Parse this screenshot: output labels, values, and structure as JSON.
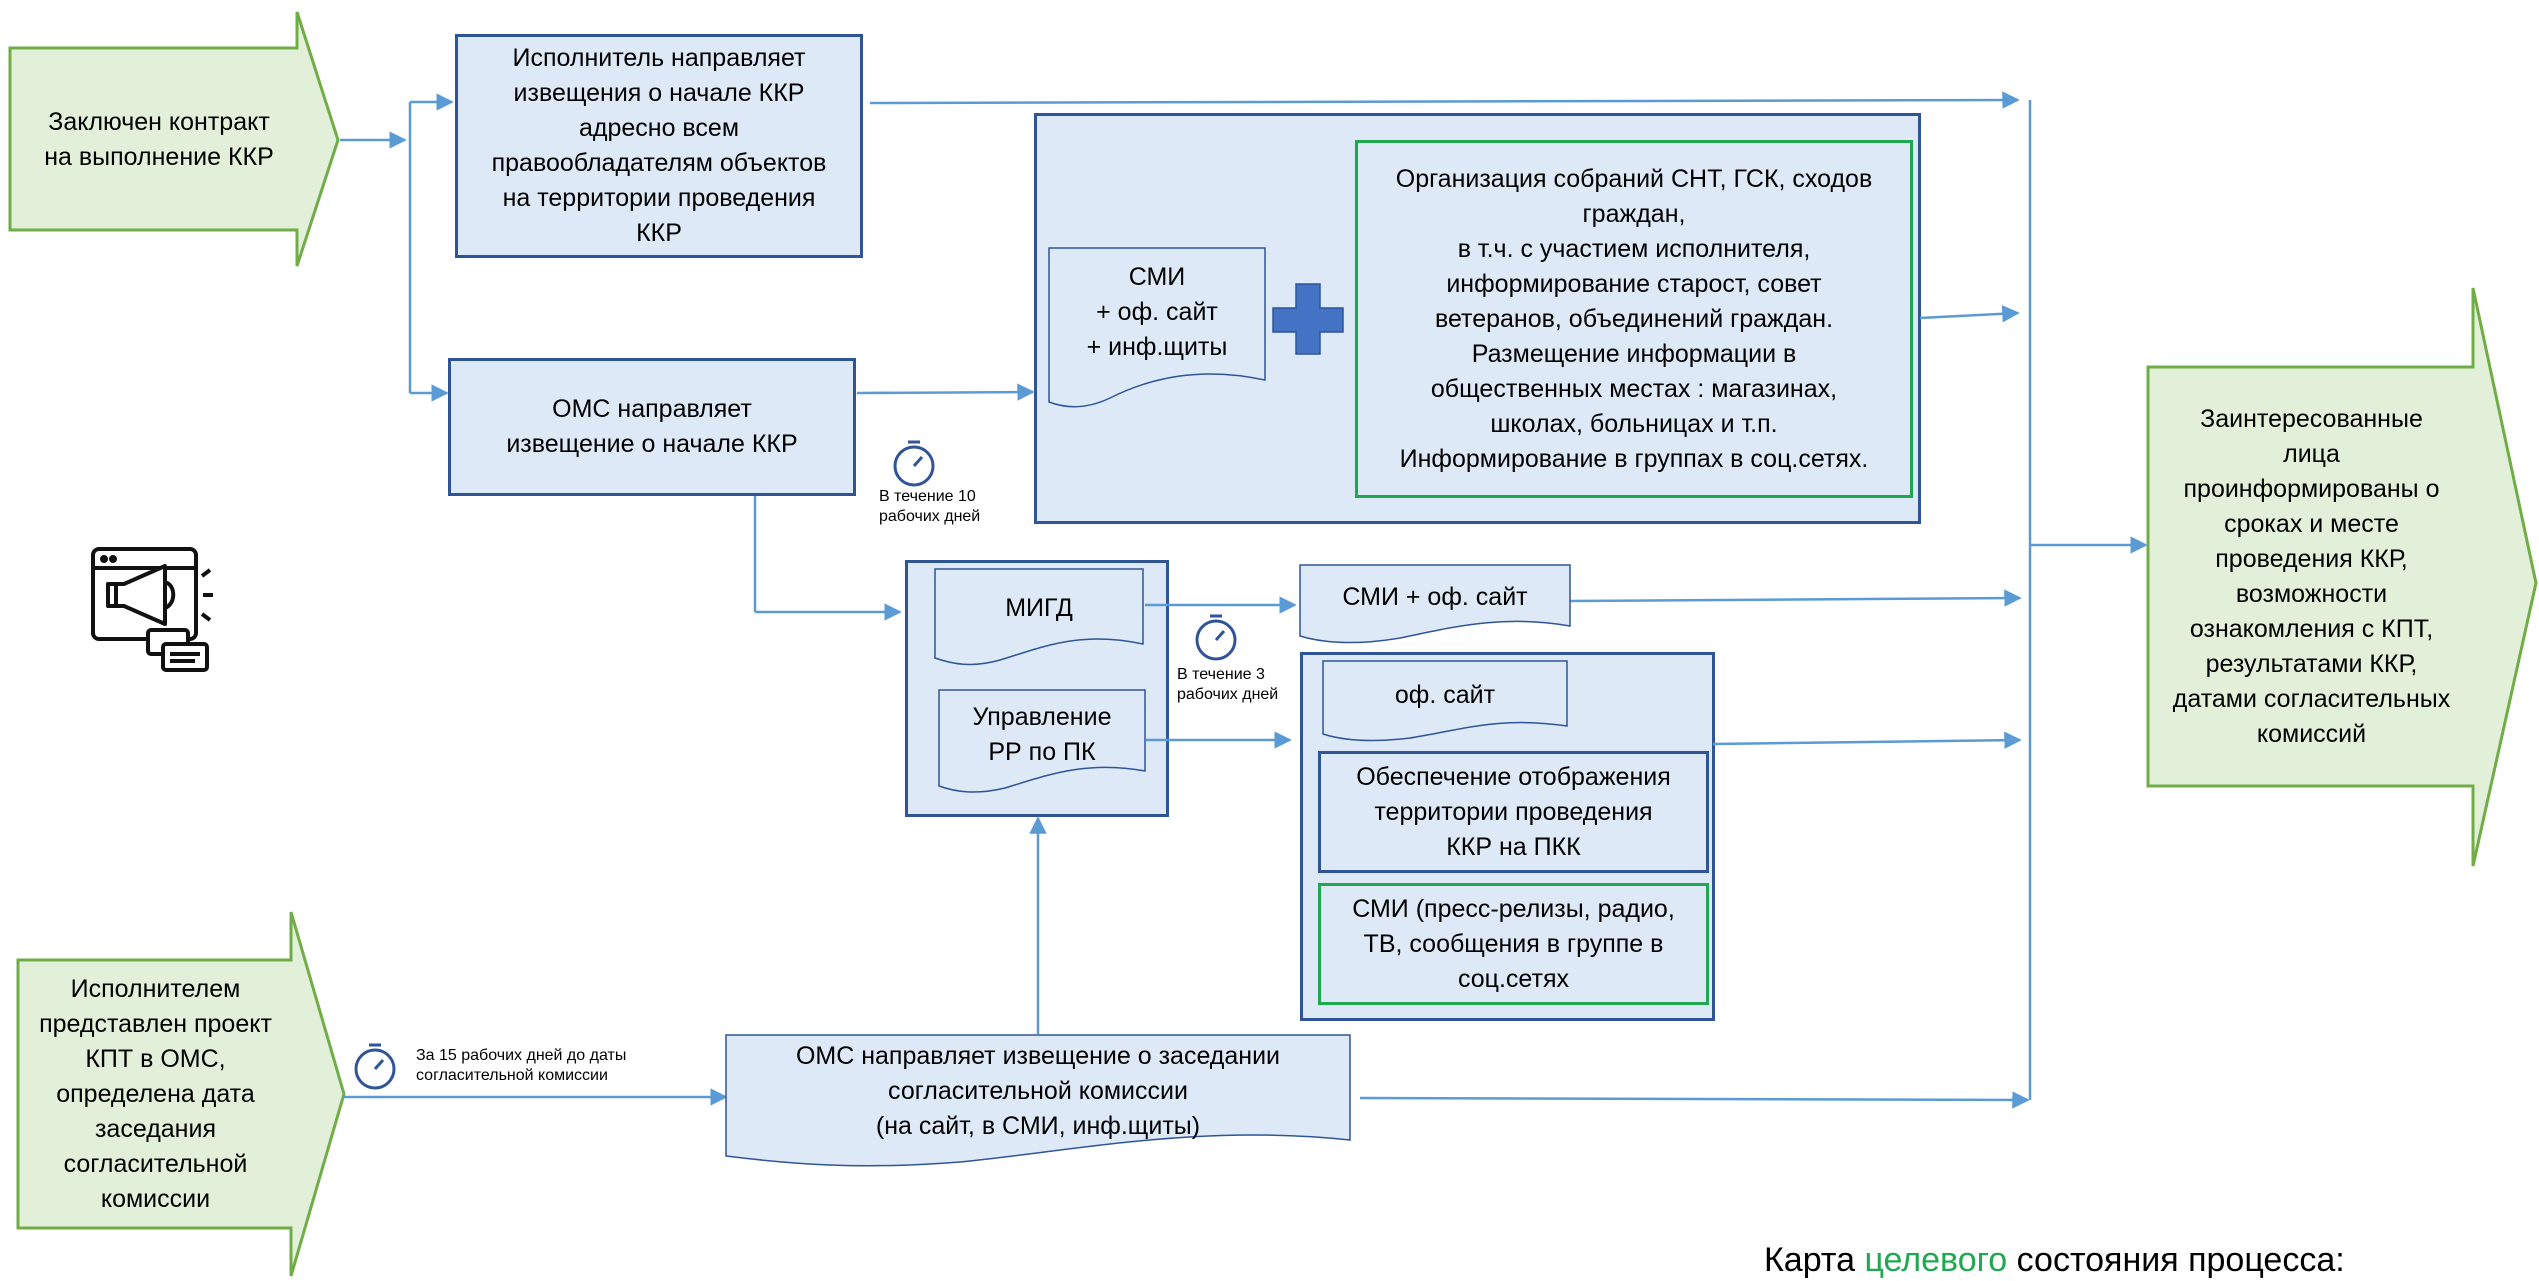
{
  "start_contract": "Заключен контракт\nна выполнение ККР",
  "start_project": "Исполнителем\nпредставлен проект\nКПТ в ОМС,\nопределена дата\nзаседания\nсогласительной\nкомиссии",
  "executor_notice": "Исполнитель направляет\nизвещения о начале ККР\nадресно всем\nправообладателям объектов\nна территории проведения\nККР",
  "oms_notice": "ОМС направляет\nизвещение о начале ККР",
  "smi_doc": "СМИ\n+ оф. сайт\n+ инф.щиты",
  "meetings": "Организация собраний СНТ, ГСК, сходов\nграждан,\nв т.ч. с участием исполнителя,\nинформирование старост, совет\nветеранов, объединений граждан.\nРазмещение информации в\nобщественных местах : магазинах,\nшколах, больницах и т.п.\nИнформирование в группах в соц.сетях.",
  "timer_10": "В течение 10\nрабочих дней",
  "migd": "МИГД",
  "upravlenie": "Управление\nРР по ПК",
  "timer_3": "В течение 3\nрабочих дней",
  "smi_site": "СМИ + оф. сайт",
  "of_site": "оф. сайт",
  "pkk": "Обеспечение отображения\nтерритории проведения\nККР на ПКК",
  "smi_press": "СМИ (пресс-релизы, радио,\nТВ, сообщения в группе в\nсоц.сетях",
  "timer_15": "За 15 рабочих дней до даты\nсогласительной комиссии",
  "oms_commission": "ОМС направляет извещение о заседании\nсогласительной комиссии\n(на сайт, в СМИ, инф.щиты)",
  "result": "Заинтересованные\nлица\nпроинформированы о\nсроках и месте\nпроведения ККР,\nвозможности\nознакомления с КПТ,\nрезультатами ККР,\nдатами согласительных\nкомиссий",
  "footer": {
    "prefix": "Карта ",
    "highlight": "целевого",
    "suffix": " состояния процесса:"
  },
  "colors": {
    "arrow": "#5b9bd5",
    "box_fill": "#dde9f6",
    "box_border": "#2f5597",
    "green_border": "#1fa84f",
    "green_fill": "#e2efd9",
    "green_stroke": "#70ad47",
    "highlight_text": "#1fa84f"
  },
  "icons": {
    "notification": "megaphone-browser-icon",
    "timer": "stopwatch-icon",
    "plus": "plus-icon"
  }
}
